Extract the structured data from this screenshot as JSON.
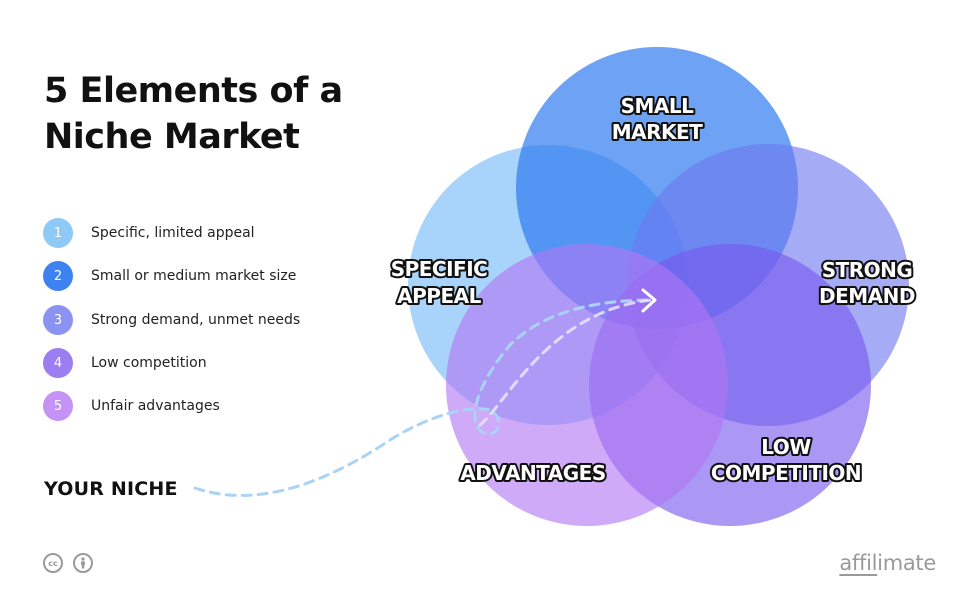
{
  "title": "5 Elements of a Niche Market",
  "legend": [
    {
      "num": "1",
      "label": "Specific, limited appeal",
      "color": "#8ec9f7"
    },
    {
      "num": "2",
      "label": "Small or medium market size",
      "color": "#3d82f0"
    },
    {
      "num": "3",
      "label": "Strong demand, unmet needs",
      "color": "#8a93f2"
    },
    {
      "num": "4",
      "label": "Low competition",
      "color": "#9d7ef0"
    },
    {
      "num": "5",
      "label": "Unfair advantages",
      "color": "#c592f5"
    }
  ],
  "niche_label": "YOUR NICHE",
  "venn": {
    "small_market": [
      "SMALL",
      "MARKET"
    ],
    "specific_appeal": [
      "SPECIFIC",
      "APPEAL"
    ],
    "strong_demand": [
      "STRONG",
      "DEMAND"
    ],
    "low_competition": [
      "LOW",
      "COMPETITION"
    ],
    "advantages": "ADVANTAGES",
    "colors": {
      "specific_appeal": "#72b8f7",
      "small_market": "#2f7af0",
      "strong_demand": "#6f78f0",
      "low_competition": "#7757ee",
      "advantages": "#b276f3"
    }
  },
  "footer": {
    "cc_icon": "cc-icon",
    "by_icon": "attribution-icon",
    "cc_text": "cc",
    "brand_a": "affil",
    "brand_b": "imate"
  }
}
